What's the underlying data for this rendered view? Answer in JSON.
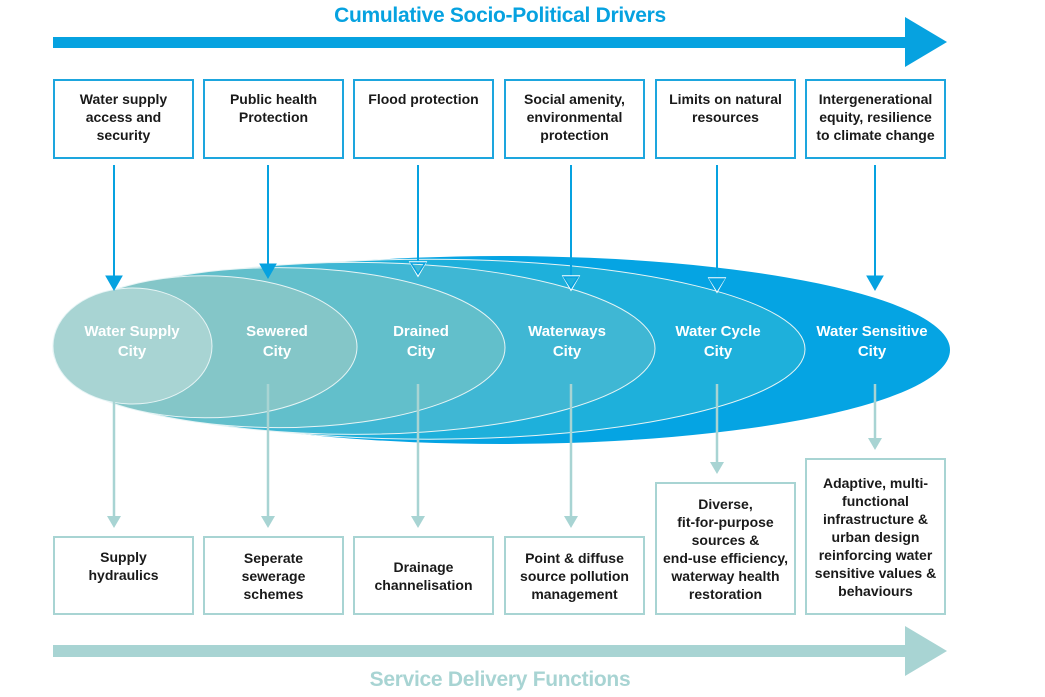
{
  "diagram": {
    "top_title": "Cumulative Socio-Political Drivers",
    "bottom_title": "Service Delivery Functions",
    "colors": {
      "driver_accent": "#06a2e0",
      "service_accent": "#a8d4d3",
      "stage_fills": [
        "#a8d4d3",
        "#84c6c8",
        "#62bfcb",
        "#3fb7d4",
        "#1eb0db",
        "#05a4e3"
      ]
    },
    "stages": [
      {
        "city": "Water Supply\nCity",
        "driver": "Water supply\naccess and\nsecurity",
        "service": "Supply\nhydraulics"
      },
      {
        "city": "Sewered\nCity",
        "driver": "Public health\nProtection",
        "service": "Seperate\nsewerage\nschemes"
      },
      {
        "city": "Drained\nCity",
        "driver": "Flood protection",
        "service": "Drainage\nchannelisation"
      },
      {
        "city": "Waterways\nCity",
        "driver": "Social amenity,\nenvironmental\nprotection",
        "service": "Point & diffuse\nsource pollution\nmanagement"
      },
      {
        "city": "Water Cycle\nCity",
        "driver": "Limits on natural\nresources",
        "service": "Diverse,\nfit-for-purpose\nsources &\nend-use efficiency,\nwaterway health\nrestoration"
      },
      {
        "city": "Water Sensitive\nCity",
        "driver": "Intergenerational\nequity, resilience\nto climate change",
        "service": "Adaptive, multi-\nfunctional\ninfrastructure &\nurban design\nreinforcing water\nsensitive values &\nbehaviours"
      }
    ]
  }
}
